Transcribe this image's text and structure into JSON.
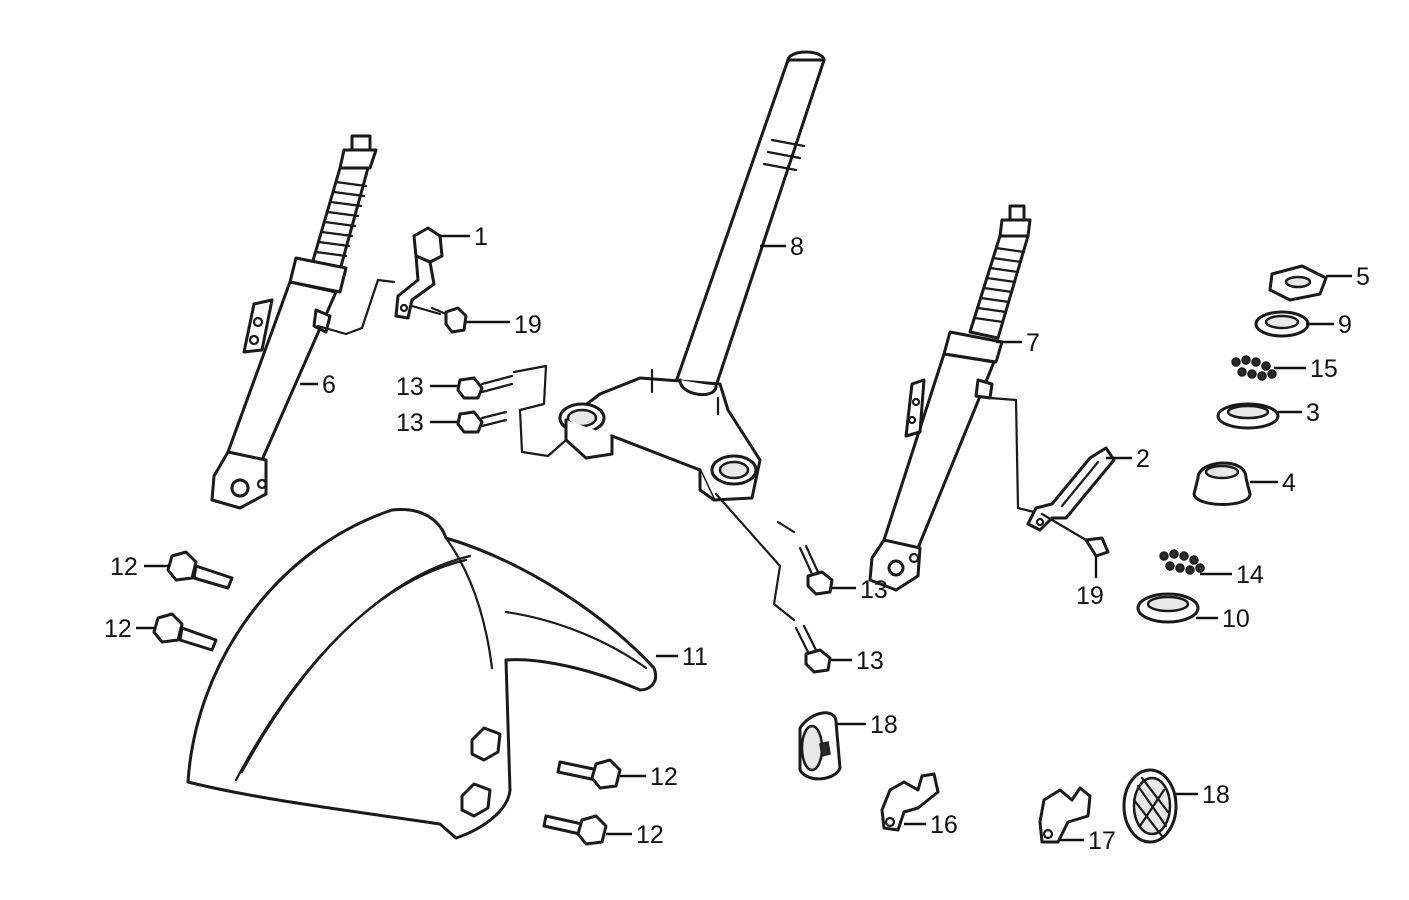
{
  "callouts": [
    {
      "id": "c1",
      "text": "1"
    },
    {
      "id": "c2",
      "text": "2"
    },
    {
      "id": "c3",
      "text": "3"
    },
    {
      "id": "c4",
      "text": "4"
    },
    {
      "id": "c5",
      "text": "5"
    },
    {
      "id": "c6",
      "text": "6"
    },
    {
      "id": "c7",
      "text": "7"
    },
    {
      "id": "c8",
      "text": "8"
    },
    {
      "id": "c9",
      "text": "9"
    },
    {
      "id": "c10",
      "text": "10"
    },
    {
      "id": "c11",
      "text": "11"
    },
    {
      "id": "c12a",
      "text": "12"
    },
    {
      "id": "c12b",
      "text": "12"
    },
    {
      "id": "c12c",
      "text": "12"
    },
    {
      "id": "c12d",
      "text": "12"
    },
    {
      "id": "c13a",
      "text": "13"
    },
    {
      "id": "c13b",
      "text": "13"
    },
    {
      "id": "c13c",
      "text": "13"
    },
    {
      "id": "c13d",
      "text": "13"
    },
    {
      "id": "c14",
      "text": "14"
    },
    {
      "id": "c15",
      "text": "15"
    },
    {
      "id": "c16",
      "text": "16"
    },
    {
      "id": "c17",
      "text": "17"
    },
    {
      "id": "c18a",
      "text": "18"
    },
    {
      "id": "c18b",
      "text": "18"
    },
    {
      "id": "c19a",
      "text": "19"
    },
    {
      "id": "c19b",
      "text": "19"
    }
  ],
  "colors": {
    "ink": "#1a1a1a",
    "background": "#ffffff"
  }
}
